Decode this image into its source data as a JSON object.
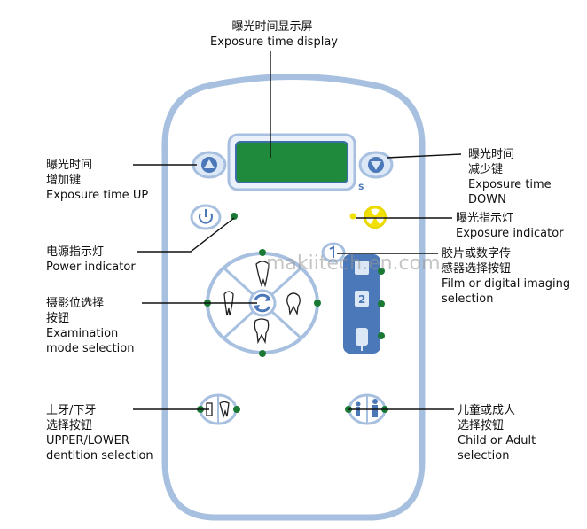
{
  "labels": {
    "display": {
      "zh": "曝光时间显示屏",
      "en": "Exposure time display"
    },
    "time_up": {
      "zh1": "曝光时间",
      "zh2": "增加键",
      "en": "Exposure time UP"
    },
    "time_down": {
      "zh1": "曝光时间",
      "zh2": "减少键",
      "en1": "Exposure time",
      "en2": "DOWN"
    },
    "exposure_ind": {
      "zh": "曝光指示灯",
      "en": "Exposure indicator"
    },
    "power_ind": {
      "zh": "电源指示灯",
      "en": "Power indicator"
    },
    "film_digital": {
      "zh1": "胶片或数字传",
      "zh2": "感器选择按钮",
      "en1": "Film or digital imaging",
      "en2": "selection"
    },
    "exam_mode": {
      "zh1": "摄影位选择",
      "zh2": "按钮",
      "en1": "Examination",
      "en2": "mode selection"
    },
    "upper_lower": {
      "zh1": "上牙/下牙",
      "zh2": "选择按钮",
      "en1": "UPPER/LOWER",
      "en2": "dentition selection"
    },
    "child_adult": {
      "zh1": "儿童或成人",
      "zh2": "选择按钮",
      "en1": "Child or Adult",
      "en2": "selection"
    }
  },
  "panel": {
    "seconds_unit": "S",
    "sensor_numbers": [
      "2"
    ]
  },
  "watermark": "makiitech.en.com",
  "colors": {
    "panel_outline": "#a8c0e0",
    "panel_fill": "#ffffff",
    "display_green": "#1f8a3c",
    "button_blue": "#4a78b8",
    "button_light": "#dce8f5",
    "led_green": "#1a7a35",
    "led_yellow": "#f2e000",
    "line": "#111111"
  },
  "icons": [
    "up-arrow-icon",
    "down-arrow-icon",
    "power-icon",
    "radiation-icon",
    "refresh-icon",
    "tooth-icon",
    "film-icon",
    "sensor-icon",
    "dentition-icon",
    "child-adult-icon"
  ]
}
